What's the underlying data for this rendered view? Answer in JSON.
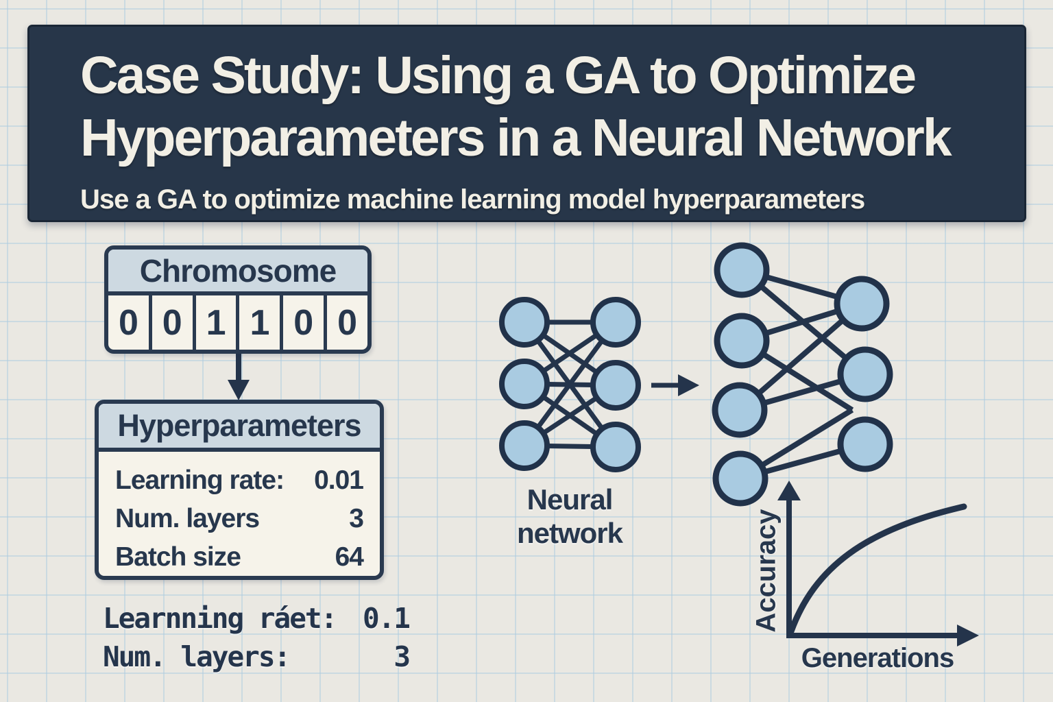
{
  "header": {
    "title_line1": "Case Study: Using a GA to Optimize",
    "title_line2": "Hyperparameters in a Neural Network",
    "subtitle": "Use a GA to optimize machine learning model hyperparameters"
  },
  "chromosome": {
    "title": "Chromosome",
    "bits": [
      "0",
      "0",
      "1",
      "1",
      "0",
      "0"
    ]
  },
  "hyperparameters": {
    "title": "Hyperparameters",
    "rows": [
      {
        "label": "Learning rate:",
        "value": "0.01"
      },
      {
        "label": "Num. layers",
        "value": "3"
      },
      {
        "label": "Batch size",
        "value": "64"
      }
    ]
  },
  "decoded_note": {
    "rows": [
      {
        "label": "Learnning ráet:",
        "value": "0.1"
      },
      {
        "label": "Num. layers:",
        "value": "3"
      }
    ]
  },
  "neural_network": {
    "label_line1": "Neural",
    "label_line2": "network"
  },
  "chart_data": {
    "type": "line",
    "title": "",
    "xlabel": "Generations",
    "ylabel": "Accuracy",
    "x_ticks": [],
    "y_ticks": [],
    "grid": false,
    "legend": "none",
    "trend": "monotonically increasing, saturating sketch curve from origin",
    "curve_points_norm": [
      [
        0,
        0
      ],
      [
        0.1,
        0.3
      ],
      [
        0.25,
        0.55
      ],
      [
        0.45,
        0.72
      ],
      [
        0.7,
        0.85
      ],
      [
        1.0,
        1.0
      ]
    ]
  },
  "colors": {
    "paper": "#eae8e2",
    "grid_line": "#b0cde0",
    "banner_navy": "#273649",
    "ink_navy": "#24344b",
    "node_blue": "#a9cbe1",
    "box_header_blue": "#cdd9e1",
    "cell_cream": "#f6f3ea",
    "title_cream": "#f2efe5"
  }
}
